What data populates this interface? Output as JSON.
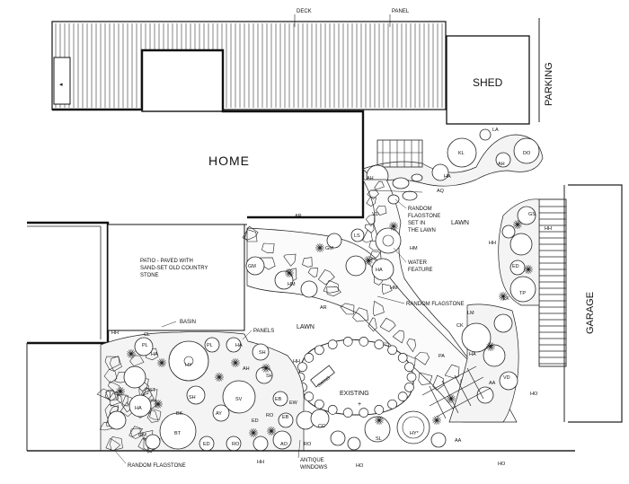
{
  "labels": {
    "deck": "DECK",
    "panel_top": "PANEL",
    "shed": "SHED",
    "parking": "PARKING",
    "home": "HOME",
    "garage": "GARAGE",
    "patio": "PATIO - PAVED WITH\nSAND-SET OLD COUNTRY\nSTONE",
    "lawn_main": "LAWN",
    "lawn_right": "LAWN",
    "random_flagstone_set": "RANDOM\nFLAGSTONE\nSET IN\nTHE LAWN",
    "water_feature": "WATER\nFEATURE",
    "random_flagstone_mid": "RANDOM FLAGSTONE",
    "random_flagstone_bottom": "RANDOM FLAGSTONE",
    "swing": "SWING",
    "existing": "EXISTING",
    "basin": "BASIN",
    "panels": "PANELS",
    "antique_windows": "ANTIQUE\nWINDOWS"
  },
  "plant_codes": {
    "la": "LA",
    "kl": "KL",
    "ah": "AH",
    "do": "DO",
    "ha": "HA",
    "aq": "AQ",
    "vd": "VD",
    "hm": "HM",
    "ls": "LS",
    "gm": "GM",
    "ar": "AR",
    "gs": "GS",
    "hh": "HH",
    "ed": "ED",
    "lx": "LX",
    "tp": "TP",
    "lm": "LM",
    "ck": "CK",
    "pa": "PA",
    "aa": "AA",
    "ho": "HO",
    "cl": "CL",
    "pl": "PL",
    "hy": "HY",
    "sh": "SH",
    "sv": "SV",
    "st": "ST",
    "eb": "EB",
    "ew": "EW",
    "ro": "RO",
    "ay": "AY",
    "bk": "BK",
    "bt": "BT",
    "ao": "AO",
    "cc": "CC",
    "sl": "SL",
    "hy_star": "HY*"
  }
}
